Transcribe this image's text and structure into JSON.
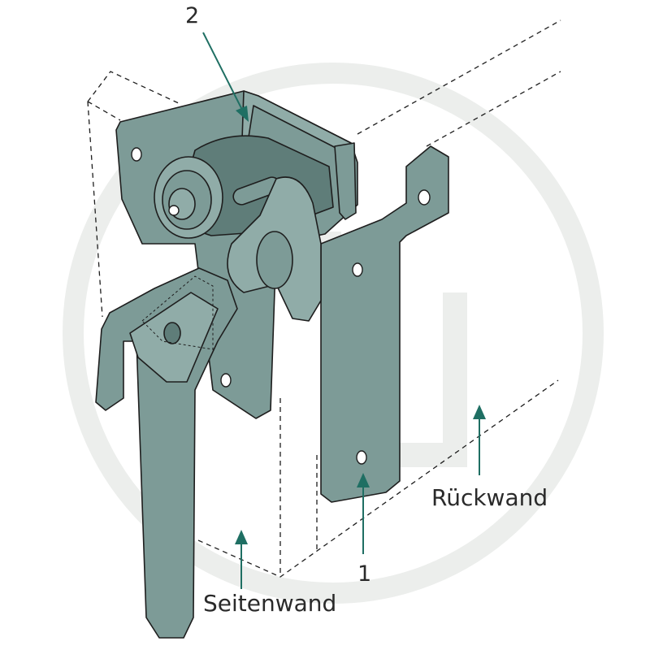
{
  "diagram": {
    "labels": {
      "part_1": "1",
      "part_2": "2",
      "side_wall": "Seitenwand",
      "rear_wall": "Rückwand"
    },
    "colors": {
      "part_fill": "#7d9b97",
      "arrow": "#1f6f63",
      "outline": "#1e1e1e",
      "watermark": "#eceeec"
    }
  }
}
